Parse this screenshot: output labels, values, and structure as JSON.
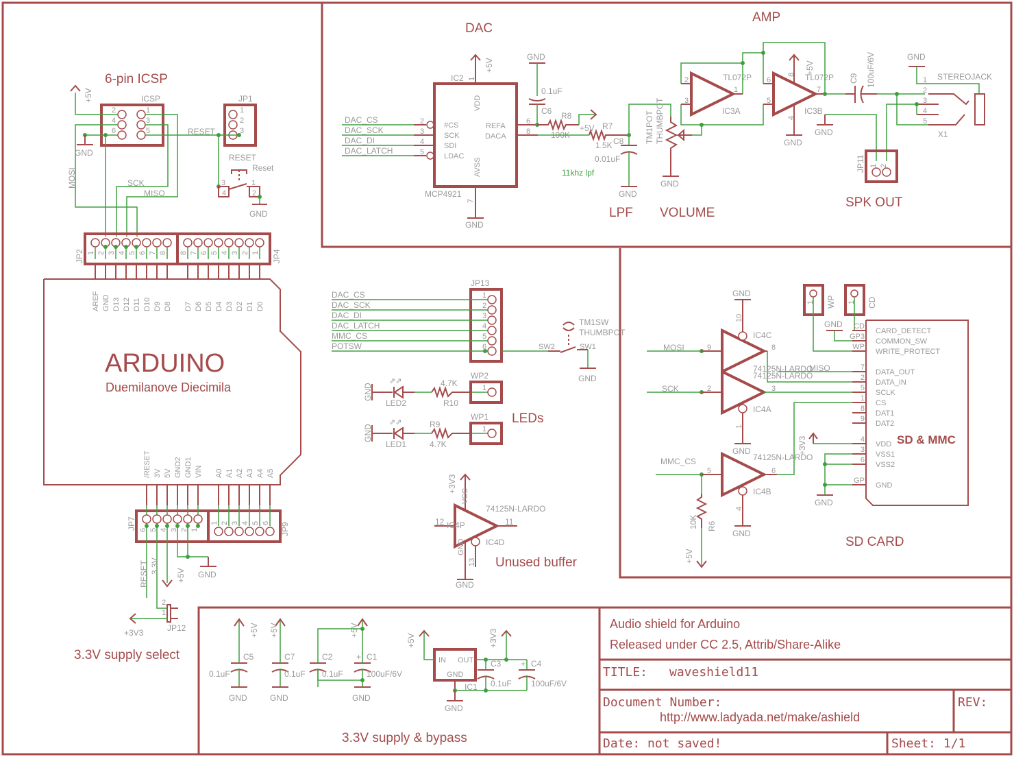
{
  "sections": {
    "icsp": "6-pin ICSP",
    "dac": "DAC",
    "amp": "AMP",
    "lpf": "LPF",
    "volume": "VOLUME",
    "spk_out": "SPK OUT",
    "arduino": "ARDUINO",
    "arduino_sub": "Duemilanove   Diecimila",
    "leds": "LEDs",
    "unused_buffer": "Unused buffer",
    "sd_mmc": "SD & MMC",
    "sd_card": "SD CARD",
    "supply_select": "3.3V supply select",
    "supply_bypass": "3.3V supply & bypass"
  },
  "icsp": {
    "name": "ICSP",
    "jp1": "JP1",
    "vcc": "+5V",
    "gnd": "GND",
    "pins_left": [
      "2",
      "4",
      "6"
    ],
    "pins_right": [
      "1",
      "3",
      "5"
    ],
    "jp1_pins": [
      "1",
      "2",
      "3"
    ],
    "nets": {
      "reset": "RESET",
      "mosi": "MOSI",
      "sck": "SCK",
      "miso": "MISO"
    },
    "switch": {
      "name": "RESET",
      "value": "Reset",
      "pins": [
        "3",
        "4",
        "1",
        "2"
      ],
      "gnd": "GND"
    }
  },
  "dac": {
    "ref": "IC2",
    "part": "MCP4921",
    "vcc": "+5V",
    "gnd": "GND",
    "pin_vdd": "1",
    "pin_avss": "7",
    "inputs": [
      {
        "net": "DAC_CS",
        "pin": "2",
        "name": "#CS"
      },
      {
        "net": "DAC_SCK",
        "pin": "3",
        "name": "SCK"
      },
      {
        "net": "DAC_DI",
        "pin": "4",
        "name": "SDI"
      },
      {
        "net": "DAC_LATCH",
        "pin": "5",
        "name": "LDAC"
      }
    ],
    "internal": {
      "vdd": "VDD",
      "avss": "AVSS",
      "refa": "REFA",
      "daca": "DACA"
    },
    "outputs": [
      {
        "pin": "6"
      },
      {
        "pin": "8"
      }
    ],
    "c6": {
      "ref": "C6",
      "value": "0.1uF",
      "gnd": "GND"
    },
    "r8": {
      "ref": "R8",
      "value": "100K",
      "vcc": "+5V"
    },
    "r7": {
      "ref": "R7",
      "value": "1.5K"
    },
    "c8": {
      "ref": "C8",
      "value": "0.01uF",
      "gnd": "GND"
    },
    "lpf_note": "11khz lpf"
  },
  "volume": {
    "ref": "TM1POT",
    "value": "THUMBPOT",
    "gnd": "GND"
  },
  "amp": {
    "ic3a": {
      "ref": "IC3A",
      "part": "TL072P",
      "pins": [
        "2",
        "3",
        "1"
      ]
    },
    "ic3b": {
      "ref": "IC3B",
      "part": "TL072P",
      "pins": [
        "6",
        "5",
        "7",
        "8",
        "4"
      ],
      "vcc": "+5V",
      "gnd": "GND"
    },
    "c9": {
      "ref": "C9",
      "value": "100uF/6V"
    },
    "gnd2": "GND",
    "jack": {
      "name": "STEREOJACK",
      "ref": "X1",
      "gnd": "GND",
      "pins": [
        "1",
        "2",
        "3",
        "4",
        "5"
      ]
    },
    "jp11": {
      "ref": "JP11",
      "pins": [
        "1",
        "2"
      ]
    }
  },
  "arduino": {
    "jp2": {
      "ref": "JP2",
      "pins": [
        "1",
        "2",
        "3",
        "4",
        "5",
        "6",
        "7",
        "8"
      ],
      "signals": [
        "AREF",
        "GND",
        "D13",
        "D12",
        "D11",
        "D10",
        "D9",
        "D8"
      ]
    },
    "jp4": {
      "ref": "JP4",
      "pins": [
        "8",
        "7",
        "6",
        "5",
        "4",
        "3",
        "2",
        "1"
      ],
      "signals": [
        "D7",
        "D6",
        "D5",
        "D4",
        "D3",
        "D2",
        "D1",
        "D0"
      ]
    },
    "jp7": {
      "ref": "JP7",
      "pins": [
        "6",
        "5",
        "4",
        "3",
        "2",
        "1"
      ],
      "signals": [
        "/RESET",
        "3V",
        "5V",
        "GND2",
        "GND1",
        "VIN"
      ]
    },
    "jp9": {
      "ref": "JP9",
      "pins": [
        "1",
        "2",
        "3",
        "4",
        "5",
        "6"
      ],
      "signals": [
        "A0",
        "A1",
        "A2",
        "A3",
        "A4",
        "A5"
      ]
    },
    "nets": {
      "reset": "RESET",
      "v33": "3.3V",
      "v5": "+5V",
      "gnd": "GND"
    },
    "jp12": {
      "ref": "JP12",
      "pins": [
        "2",
        "1"
      ],
      "out": "+3V3"
    }
  },
  "jp13": {
    "ref": "JP13",
    "nets": [
      "DAC_CS",
      "DAC_SCK",
      "DAC_DI",
      "DAC_LATCH",
      "MMC_CS",
      "POTSW"
    ],
    "pins": [
      "1",
      "2",
      "3",
      "4",
      "5",
      "6"
    ],
    "switch": {
      "ref": "TM1SW",
      "value": "THUMBPOT",
      "pin_a": "SW2",
      "pin_b": "SW1",
      "gnd": "GND"
    }
  },
  "leds": [
    {
      "gnd": "GND",
      "led": "LED2",
      "res": "R10",
      "value": "4.7K",
      "wp": "WP2",
      "pin": "1"
    },
    {
      "gnd": "GND",
      "led": "LED1",
      "res": "R9",
      "value": "4.7K",
      "wp": "WP1",
      "pin": "1"
    }
  ],
  "unused": {
    "ref": "IC4D",
    "pwr": "IC4P",
    "part": "74125N-LARDO",
    "vcc": "+3V3",
    "gnd": "GND",
    "vcc_pin": "VCC",
    "gnd_pin": "GND",
    "pin_in": "12",
    "pin_out": "11",
    "pin_oe": "13"
  },
  "sd": {
    "ic4c": {
      "ref": "IC4C",
      "net": "MOSI",
      "pin_in": "9",
      "pin_out": "8",
      "pin_oe": "10",
      "gnd": "GND",
      "part": "74125N-LARDO"
    },
    "ic4a": {
      "ref": "IC4A",
      "net": "SCK",
      "pin_in": "2",
      "pin_out": "3",
      "pin_oe": "1",
      "gnd": "GND",
      "part": "74125N-LARDO"
    },
    "ic4b": {
      "ref": "IC4B",
      "net": "MMC_CS",
      "pin_in": "5",
      "pin_out": "6",
      "pin_oe": "4",
      "gnd": "GND",
      "part": "74125N-LARDO"
    },
    "miso": "MISO",
    "r6": {
      "ref": "R6",
      "value": "10K",
      "vcc": "+5V"
    },
    "wp": {
      "ref": "WP",
      "pin": "1"
    },
    "cd": {
      "ref": "CD",
      "pin": "1"
    },
    "card_gnd": "GND",
    "v33": "+3V3",
    "gnd": "GND",
    "card_pins": [
      {
        "ext": "CD",
        "name": "CARD_DETECT"
      },
      {
        "ext": "GP3",
        "name": "COMMON_SW"
      },
      {
        "ext": "WP",
        "name": "WRITE_PROTECT"
      },
      {
        "ext": "7",
        "name": "DATA_OUT"
      },
      {
        "ext": "2",
        "name": "DATA_IN"
      },
      {
        "ext": "5",
        "name": "SCLK"
      },
      {
        "ext": "1",
        "name": "CS"
      },
      {
        "ext": "8",
        "name": "DAT1"
      },
      {
        "ext": "9",
        "name": "DAT2"
      },
      {
        "ext": "4",
        "name": "VDD"
      },
      {
        "ext": "3",
        "name": "VSS1"
      },
      {
        "ext": "6",
        "name": "VSS2"
      },
      {
        "ext": "GP",
        "name": "GND"
      }
    ]
  },
  "supply": {
    "caps": [
      {
        "ref": "C5",
        "value": "0.1uF",
        "vcc": "+5V",
        "gnd": "GND"
      },
      {
        "ref": "C7",
        "value": "0.1uF",
        "vcc": "+5V",
        "gnd": "GND"
      },
      {
        "ref": "C2",
        "value": "0.1uF"
      },
      {
        "ref": "C1",
        "value": "100uF/6V",
        "vcc": "+5V",
        "gnd": "GND"
      }
    ],
    "reg": {
      "ref": "IC1",
      "in": "IN",
      "out": "OUT",
      "gnd": "GND",
      "vin": "+5V",
      "vout": "+3V3",
      "gnd_label": "GND"
    },
    "c3": {
      "ref": "C3",
      "value": "0.1uF"
    },
    "c4": {
      "ref": "C4",
      "value": "100uF/6V"
    }
  },
  "title_block": {
    "line1": "Audio shield for Arduino",
    "line2": "Released under CC 2.5, Attrib/Share-Alike",
    "title_label": "TITLE:",
    "title_value": "waveshield11",
    "doc_label": "Document Number:",
    "doc_value": "http://www.ladyada.net/make/ashield",
    "rev_label": "REV:",
    "date": "Date: not saved!",
    "sheet": "Sheet: 1/1"
  },
  "colors": {
    "symbol": "#a54b4b",
    "wire": "#3f9f3f",
    "label": "#9a9a9a"
  }
}
